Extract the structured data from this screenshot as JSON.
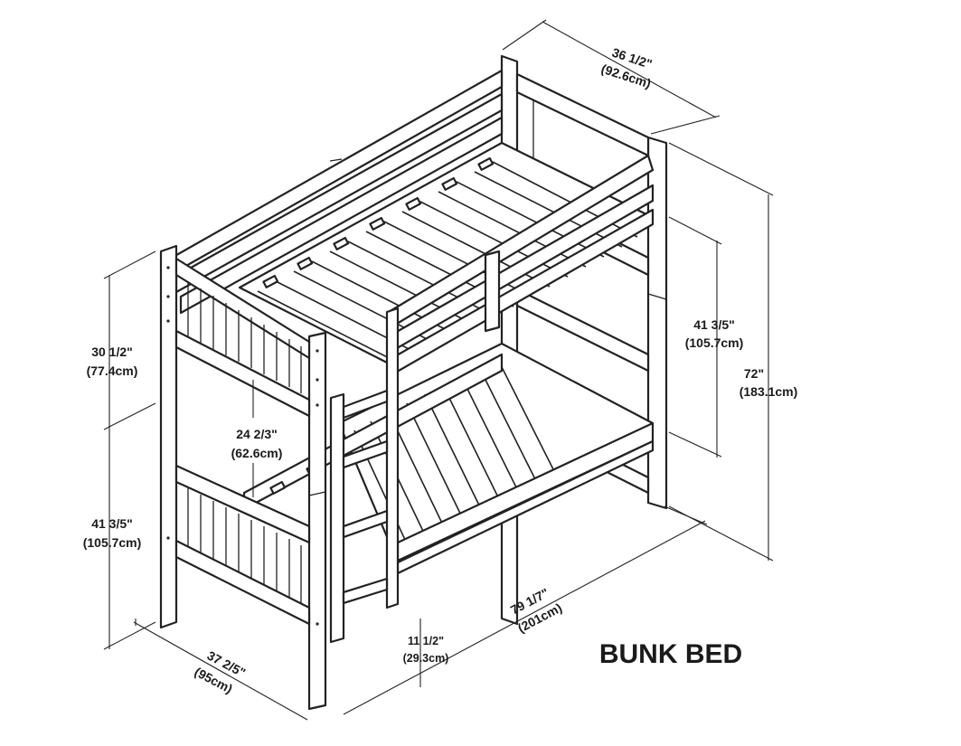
{
  "title": "BUNK BED",
  "dimensions": {
    "top_width": {
      "imperial": "36 1/2\"",
      "metric": "(92.6cm)"
    },
    "total_height": {
      "imperial": "72\"",
      "metric": "(183.1cm)"
    },
    "right_inner_height": {
      "imperial": "41 3/5\"",
      "metric": "(105.7cm)"
    },
    "upper_section": {
      "imperial": "30 1/2\"",
      "metric": "(77.4cm)"
    },
    "between_beds": {
      "imperial": "24 2/3\"",
      "metric": "(62.6cm)"
    },
    "lower_section": {
      "imperial": "41 3/5\"",
      "metric": "(105.7cm)"
    },
    "front_width": {
      "imperial": "37 2/5\"",
      "metric": "(95cm)"
    },
    "length": {
      "imperial": "79  1/7\"",
      "metric": "(201cm)"
    },
    "ladder_step": {
      "imperial": "11 1/2\"",
      "metric": "(29.3cm)"
    }
  }
}
